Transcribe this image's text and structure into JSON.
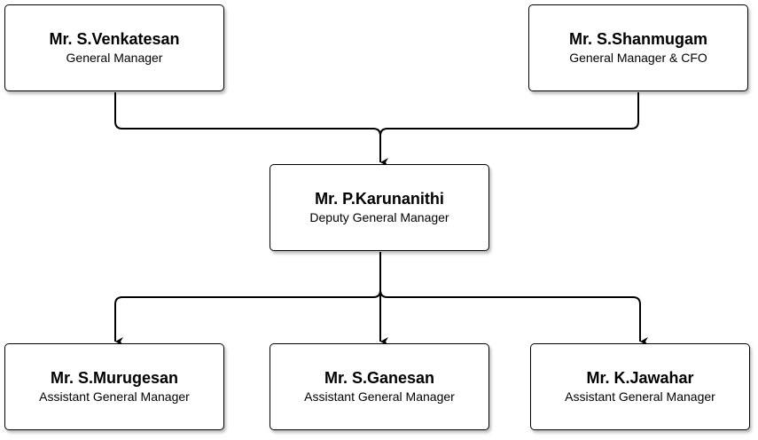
{
  "nodes": [
    {
      "name": "Mr. S.Venkatesan",
      "title": "General Manager"
    },
    {
      "name": "Mr. S.Shanmugam",
      "title": "General Manager & CFO"
    },
    {
      "name": "Mr. P.Karunanithi",
      "title": "Deputy General Manager"
    },
    {
      "name": "Mr. S.Murugesan",
      "title": "Assistant General Manager"
    },
    {
      "name": "Mr. S.Ganesan",
      "title": "Assistant General Manager"
    },
    {
      "name": "Mr. K.Jawahar",
      "title": "Assistant General Manager"
    }
  ]
}
